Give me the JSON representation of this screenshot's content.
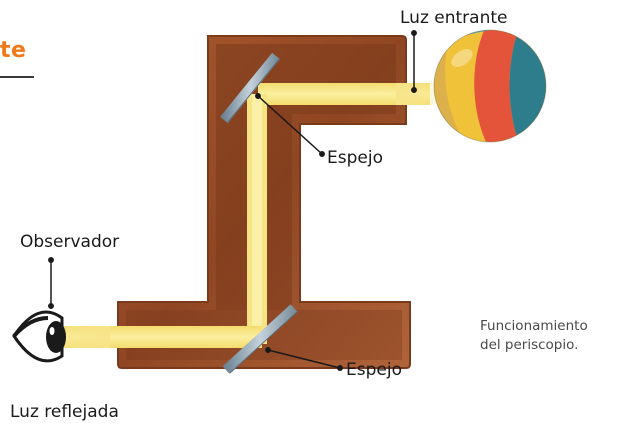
{
  "header": {
    "fragment": "te"
  },
  "labels": {
    "incoming_light": "Luz entrante",
    "mirror_top": "Espejo",
    "observer": "Observador",
    "mirror_bottom": "Espejo",
    "reflected_light": "Luz reflejada"
  },
  "caption": {
    "line1": "Funcionamiento",
    "line2": "del periscopio."
  },
  "colors": {
    "accent": "#f07a1a",
    "tube": "#9c4e26",
    "tube_inner": "#6e3319",
    "light_beam": "#f6e27a",
    "mirror": "#8fa2b0"
  },
  "icons": [
    "eye-icon",
    "beach-ball-icon",
    "mirror-icon"
  ]
}
